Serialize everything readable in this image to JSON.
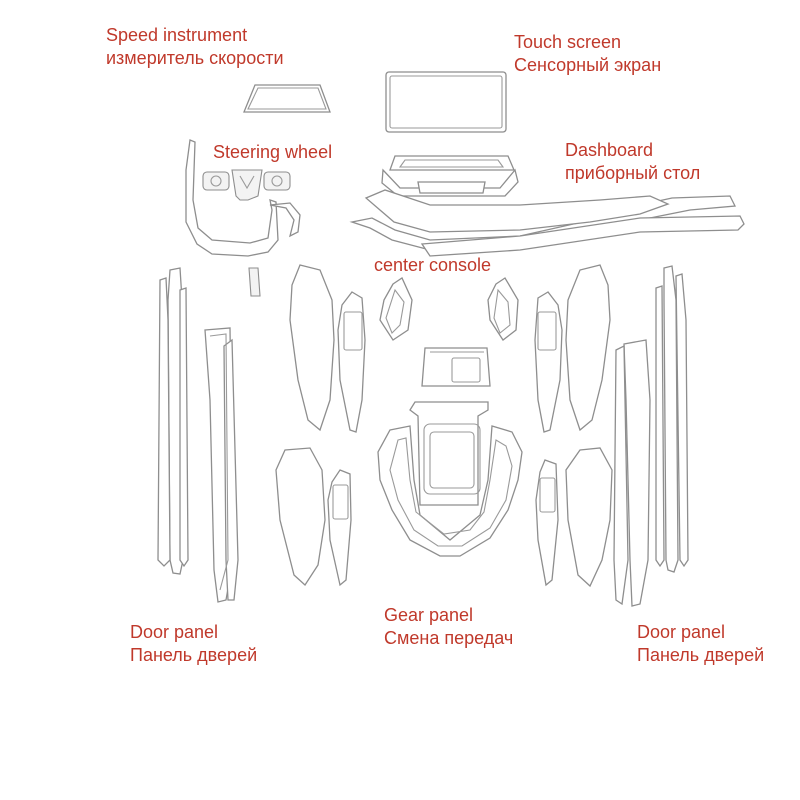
{
  "accent_color": "#c0392b",
  "labels": {
    "speed_instrument": {
      "en": "Speed instrument",
      "ru": "измеритель скорости"
    },
    "touch_screen": {
      "en": "Touch screen",
      "ru": "Сенсорный экран"
    },
    "steering_wheel": {
      "en": "Steering wheel"
    },
    "dashboard": {
      "en": "Dashboard",
      "ru": "приборный стол"
    },
    "center_console": {
      "en": "center console"
    },
    "gear_panel": {
      "en": "Gear panel",
      "ru": "Смена передач"
    },
    "door_panel_left": {
      "en": "Door panel",
      "ru": "Панель дверей"
    },
    "door_panel_right": {
      "en": "Door panel",
      "ru": "Панель дверей"
    }
  }
}
